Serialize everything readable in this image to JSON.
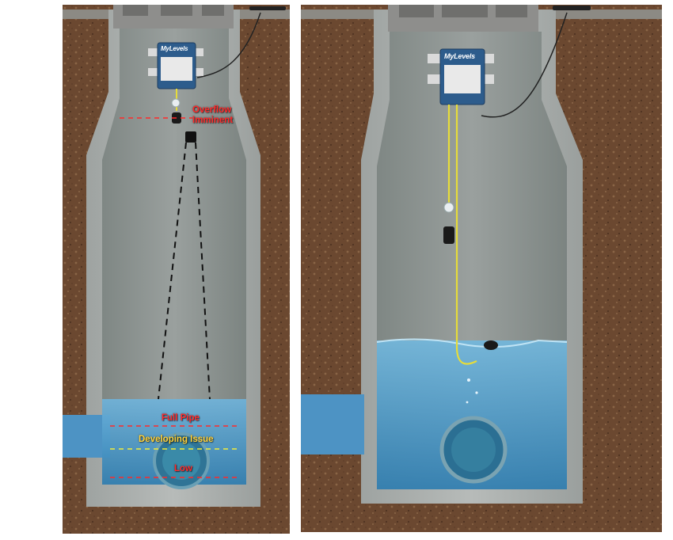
{
  "left_panel": {
    "device_brand": "MyLevels",
    "labels": {
      "overflow": "Overflow\nImminent",
      "full_pipe": "Full Pipe",
      "developing_issue": "Developing Issue",
      "low": "Low"
    }
  },
  "right_panel": {
    "device_brand": "MyLevels"
  },
  "colors": {
    "soil": "#6e4a30",
    "concrete": "#a9adab",
    "water": "#3f90c2",
    "alert_red": "#ff2a2a",
    "alert_yellow": "#f4ee3a",
    "device_blue": "#2d5c8c",
    "cable_yellow": "#e6dc3a"
  }
}
